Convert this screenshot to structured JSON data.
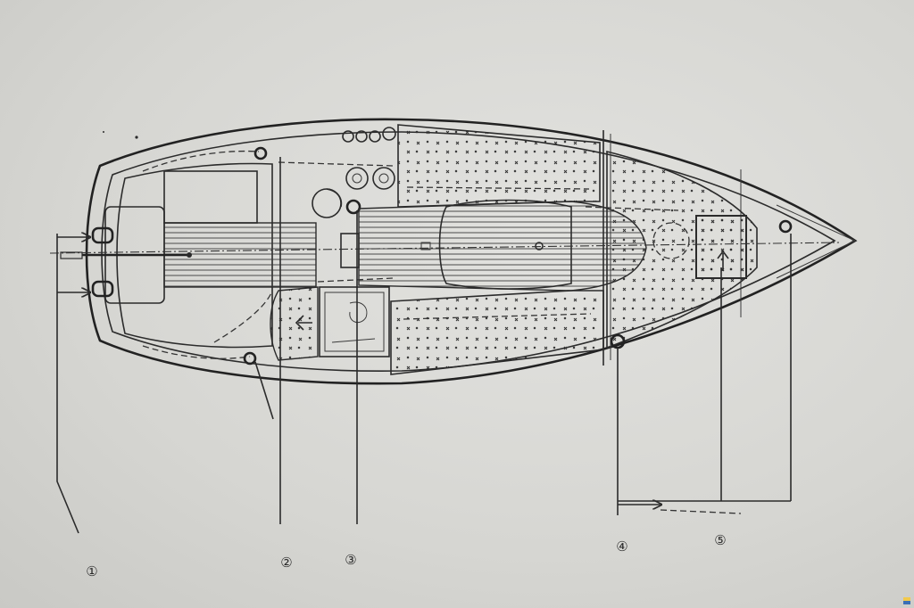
{
  "callouts": [
    {
      "id": 1,
      "label": "①"
    },
    {
      "id": 2,
      "label": "②"
    },
    {
      "id": 3,
      "label": "③"
    },
    {
      "id": 4,
      "label": "④"
    },
    {
      "id": 5,
      "label": "⑤"
    }
  ],
  "colors": {
    "paper": "#d9d9d6",
    "ink": "#2b2b2b"
  }
}
